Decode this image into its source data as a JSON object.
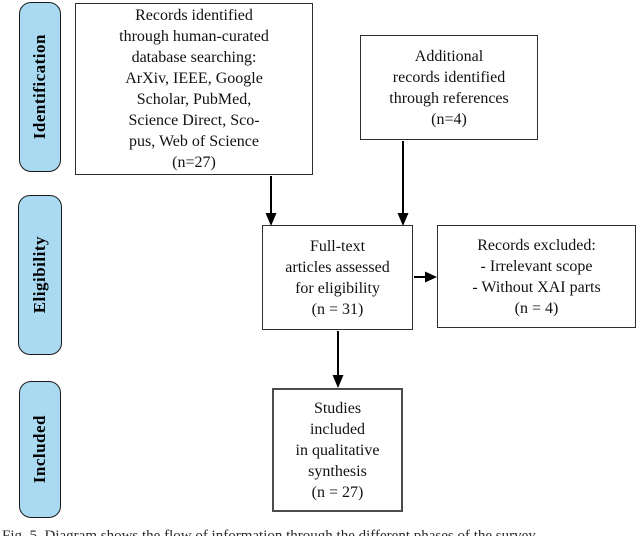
{
  "figure": {
    "caption": "Fig. 5. Diagram shows the flow of information through the different phases of the survey"
  },
  "colors": {
    "stage_fill": "#a9daf2",
    "stage_border": "#1a1a1a",
    "box_border": "#2e2e2e",
    "arrow": "#000000"
  },
  "stages": [
    {
      "label": "Identification"
    },
    {
      "label": "Eligibility"
    },
    {
      "label": "Included"
    }
  ],
  "boxes": [
    {
      "id": "records-identified",
      "lines": [
        "Records identified",
        "through human-curated",
        "database searching:",
        "ArXiv, IEEE, Google",
        "Scholar, PubMed,",
        "Science Direct, Sco-",
        "pus, Web of Science",
        "(n=27)"
      ]
    },
    {
      "id": "additional-records",
      "lines": [
        "Additional",
        "records identified",
        "through references",
        "(n=4)"
      ]
    },
    {
      "id": "fulltext-assessed",
      "lines": [
        "Full-text",
        "articles assessed",
        "for eligibility",
        "(n = 31)"
      ]
    },
    {
      "id": "records-excluded",
      "lines": [
        "Records excluded:",
        "- Irrelevant scope",
        "- Without XAI parts",
        "(n = 4)"
      ]
    },
    {
      "id": "studies-included",
      "lines": [
        "Studies",
        "included",
        "in qualitative",
        "synthesis",
        "(n = 27)"
      ]
    }
  ]
}
